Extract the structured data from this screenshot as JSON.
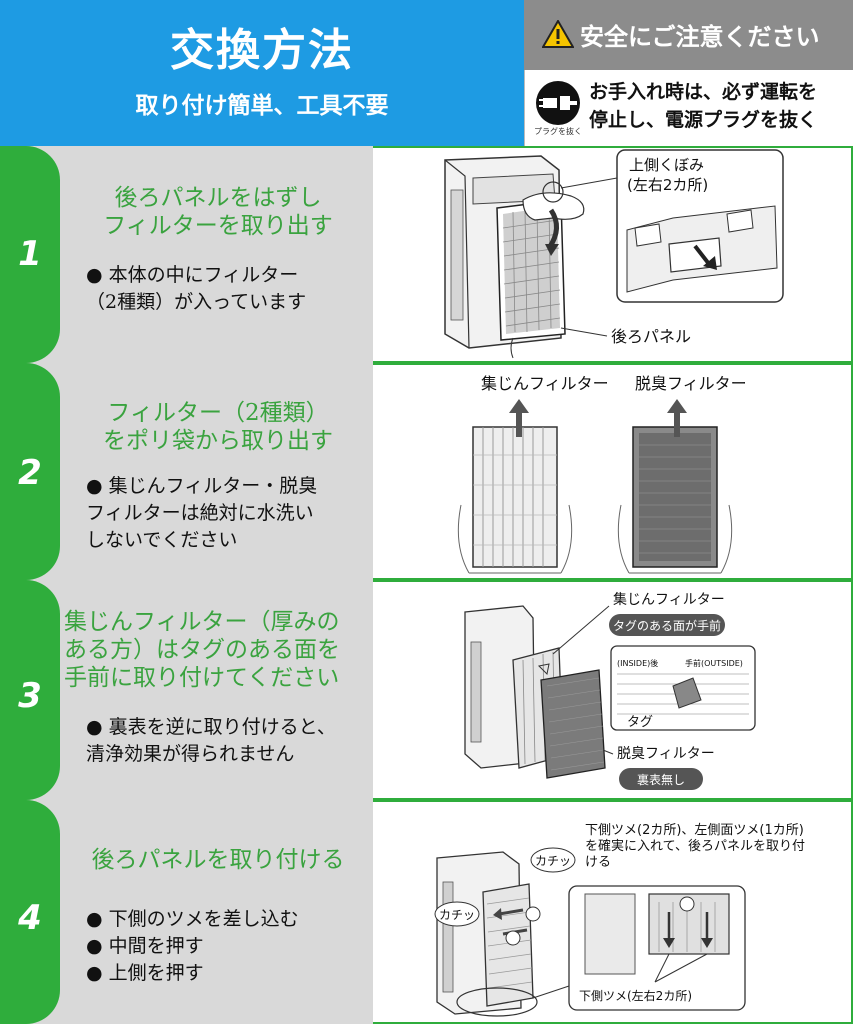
{
  "header": {
    "title": "交換方法",
    "subtitle": "取り付け簡単、工具不要",
    "safety_notice": "安全にご注意ください",
    "plug_icon_label": "プラグを抜く",
    "plug_notice_line1": "お手入れ時は、必ず運転を",
    "plug_notice_line2": "停止し、電源プラグを抜く"
  },
  "steps": [
    {
      "number": "1",
      "title_lines": [
        "後ろパネルをはずし",
        "フィルターを取り出す"
      ],
      "bullets": [
        "●  本体の中にフィルター",
        "（2種類）が入っています"
      ],
      "callouts": [
        "上側くぼみ",
        "(左右2カ所)",
        "後ろパネル"
      ]
    },
    {
      "number": "2",
      "title_lines": [
        "フィルター（2種類）",
        "をポリ袋から取り出す"
      ],
      "bullets": [
        "●  集じんフィルター・脱臭",
        "フィルターは絶対に水洗い",
        "しないでください"
      ],
      "callouts": [
        "集じんフィルター",
        "脱臭フィルター"
      ]
    },
    {
      "number": "3",
      "title_lines": [
        "集じんフィルター（厚みの",
        "ある方）はタグのある面を",
        "手前に取り付けてください"
      ],
      "bullets": [
        "●  裏表を逆に取り付けると、",
        "清浄効果が得られません"
      ],
      "callouts": [
        "集じんフィルター",
        "タグのある面が手前",
        "(INSIDE)後",
        "手前(OUTSIDE)",
        "タグ",
        "脱臭フィルター",
        "裏表無し"
      ]
    },
    {
      "number": "4",
      "title_lines": [
        "後ろパネルを取り付ける"
      ],
      "bullets": [
        "●  下側のツメを差し込む",
        "●    中間を押す",
        "●  上側を押す"
      ],
      "callouts": [
        "下側ツメ(2カ所)、左側面ツメ(1カ所)",
        "を確実に入れて、後ろパネルを取り付",
        "ける",
        "カチッ",
        "カチッ",
        "下側ツメ(左右2カ所)"
      ]
    }
  ],
  "colors": {
    "header_blue": "#1e9be3",
    "step_green": "#2fad3c",
    "title_green": "#3aa33f",
    "safety_gray": "#8c8c8c",
    "warning_yellow": "#f5c400"
  },
  "icons": [
    "warning-icon",
    "unplug-icon"
  ]
}
